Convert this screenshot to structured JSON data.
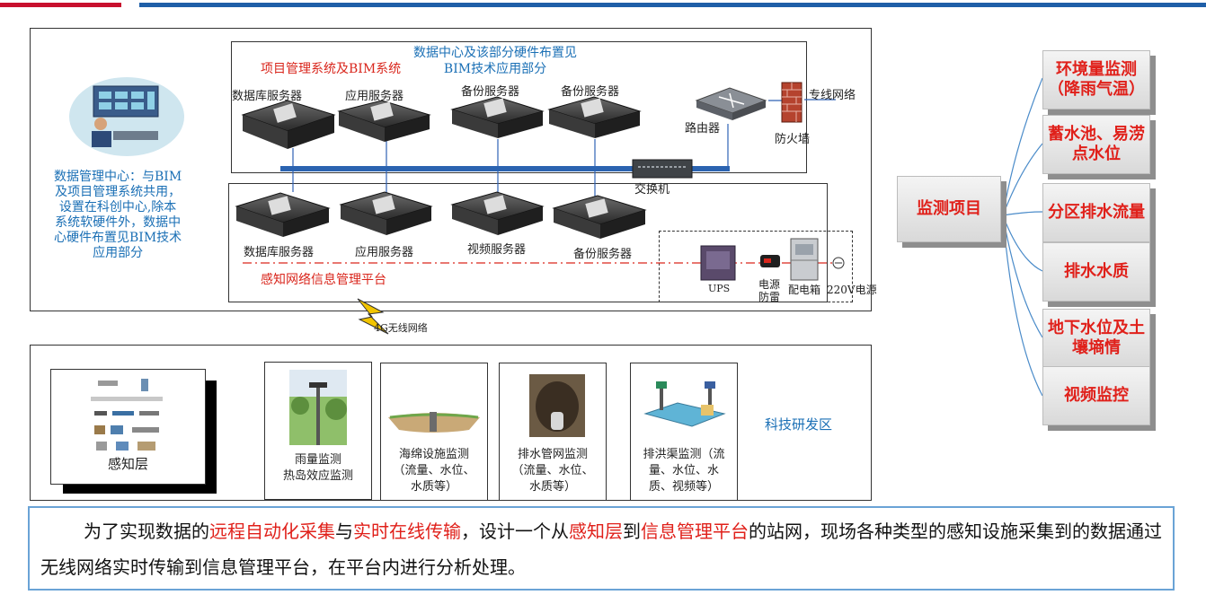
{
  "top_panel": {
    "hw_note": "数据中心及该部分硬件布置见\nBIM技术应用部分",
    "pm_system_title": "项目管理系统及BIM系统",
    "sensing_platform_title": "感知网络信息管理平台",
    "upper_servers": [
      "数据库服务器",
      "应用服务器",
      "备份服务器",
      "备份服务器"
    ],
    "lower_servers": [
      "数据库服务器",
      "应用服务器",
      "视频服务器",
      "备份服务器"
    ],
    "router": "路由器",
    "firewall": "防火墙",
    "dedicated_network": "专线网络",
    "switch": "交换机",
    "ups": "UPS",
    "surge": "电源\n防雷",
    "distribution_box": "配电箱",
    "power_220v": "220V电源",
    "data_center_desc": "数据管理中心：与BIM\n及项目管理系统共用，\n设置在科创中心,除本\n系统软硬件外，数据中\n心硬件布置见BIM技术\n应用部分"
  },
  "wireless": "4G无线网络",
  "bottom_panel": {
    "sensing_layer": "感知层",
    "cards": [
      "雨量监测\n热岛效应监测",
      "海绵设施监测\n（流量、水位、\n水质等）",
      "排水管网监测\n（流量、水位、\n水质等）",
      "排洪渠监测（流\n量、水位、水\n质、视频等）"
    ],
    "area_label": "科技研发区"
  },
  "monitoring": {
    "root": "监测项目",
    "items": [
      "环境量监测\n（降雨气温）",
      "蓄水池、易涝\n点水位",
      "分区排水流量",
      "排水水质",
      "地下水位及土\n壤墒情",
      "视频监控"
    ]
  },
  "description": {
    "p1": "为了实现数据的",
    "h1": "远程自动化采集",
    "p2": "与",
    "h2": "实时在线传输",
    "p3": "，设计一个从",
    "h3": "感知层",
    "p4": "到",
    "h4": "信息管理平台",
    "p5": "的站网，现场各种类型的感知设施采集到的数据通过无线网络实时传输到信息管理平台，在平台内进行分析处理。"
  },
  "colors": {
    "accent_blue": "#1a6fb5",
    "accent_red": "#e0201a"
  }
}
